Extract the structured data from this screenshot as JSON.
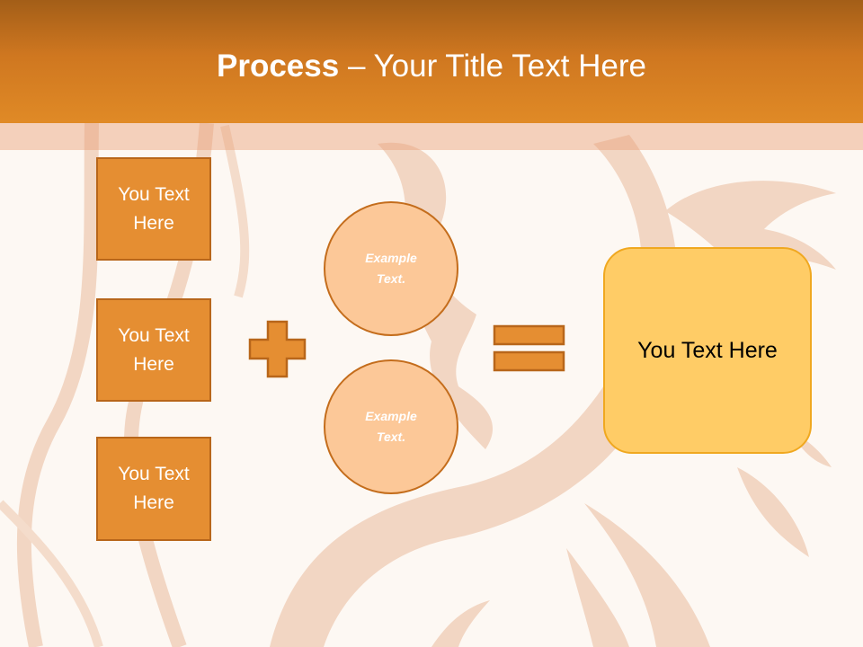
{
  "slide": {
    "title_bold": "Process",
    "title_rest": " – Your Title Text Here"
  },
  "inputs": [
    {
      "label": "You Text Here"
    },
    {
      "label": "You Text Here"
    },
    {
      "label": "You Text Here"
    }
  ],
  "circles": [
    {
      "label": "Example Text."
    },
    {
      "label": "Example Text."
    }
  ],
  "result": {
    "label": "You Text Here"
  },
  "colors": {
    "header": "#d97f22",
    "box_fill": "#e58e32",
    "circle_fill": "#fcc898",
    "result_fill": "#ffcc66",
    "background_art": "#f3d8c6"
  },
  "operators": [
    "plus-icon",
    "equals-icon"
  ]
}
